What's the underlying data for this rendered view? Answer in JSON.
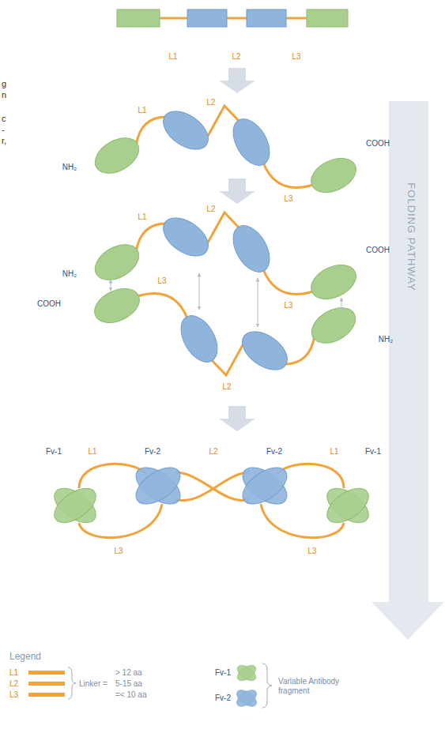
{
  "diagram": {
    "labels": [
      "L1",
      "L2",
      "L3",
      "g",
      "n",
      "c",
      "-",
      "r,",
      "L1",
      "L2",
      "COOH",
      "NH₂",
      "L3",
      "L1",
      "L2",
      "COOH",
      "NH₂",
      "COOH",
      "L3",
      "L3",
      "L2",
      "NH₂",
      "FOLDING PATHWAY",
      "Fv-1",
      "L1",
      "Fv-2",
      "L2",
      "Fv-2",
      "L1",
      "Fv-1",
      "L3",
      "L3",
      "Legend",
      "> 12 aa",
      "Linker =",
      "5-15 aa",
      "=< 10 aa",
      "Variable Antibody fragment"
    ],
    "legend": [
      {
        "text": "L1",
        "color": "#f2a33a"
      },
      {
        "text": "L2",
        "color": "#f2a33a"
      },
      {
        "text": "L3",
        "color": "#f2a33a"
      },
      {
        "text": "Fv-1"
      },
      {
        "text": "Fv-2"
      }
    ]
  }
}
